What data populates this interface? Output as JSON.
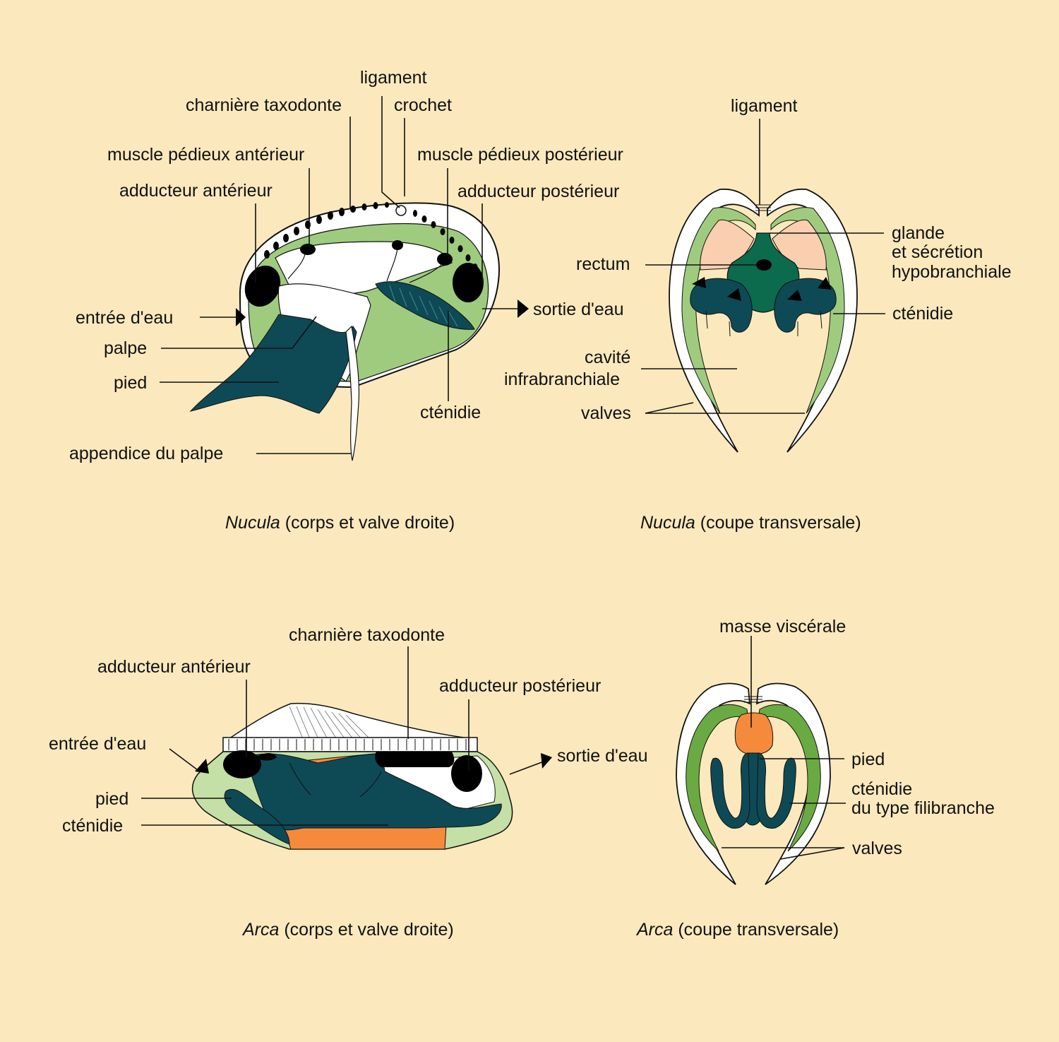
{
  "colors": {
    "background": "#fbe9bd",
    "mantle_green": "#9fcb7e",
    "bright_green": "#6aaa43",
    "dark_teal": "#0e4a56",
    "rectum_green": "#0c6b4c",
    "gland_salmon": "#f9cfb0",
    "orange": "#f58a3c",
    "muscle_black": "#000000",
    "shell_white": "#ffffff"
  },
  "panels": {
    "nucula_body": {
      "caption_italic": "Nucula",
      "caption_rest": " (corps et valve droite)",
      "labels": {
        "ligament": "ligament",
        "charniere": "charnière taxodonte",
        "crochet": "crochet",
        "muscle_ped_ant": "muscle pédieux antérieur",
        "muscle_ped_post": "muscle pédieux postérieur",
        "adducteur_ant": "adducteur antérieur",
        "adducteur_post": "adducteur postérieur",
        "entree_eau": "entrée d'eau",
        "sortie_eau": "sortie d'eau",
        "palpe": "palpe",
        "pied": "pied",
        "ctenidie": "cténidie",
        "appendice": "appendice du palpe"
      }
    },
    "nucula_section": {
      "caption_italic": "Nucula",
      "caption_rest": " (coupe transversale)",
      "labels": {
        "ligament": "ligament",
        "glande_1": "glande",
        "glande_2": "et sécrétion",
        "glande_3": "hypobranchiale",
        "rectum": "rectum",
        "ctenidie": "cténidie",
        "cavite_1": "cavité",
        "cavite_2": "infrabranchiale",
        "valves": "valves"
      }
    },
    "arca_body": {
      "caption_italic": "Arca",
      "caption_rest": " (corps et valve droite)",
      "labels": {
        "charniere": "charnière taxodonte",
        "adducteur_ant": "adducteur antérieur",
        "adducteur_post": "adducteur postérieur",
        "entree_eau": "entrée d'eau",
        "sortie_eau": "sortie d'eau",
        "pied": "pied",
        "ctenidie": "cténidie"
      }
    },
    "arca_section": {
      "caption_italic": "Arca",
      "caption_rest": " (coupe transversale)",
      "labels": {
        "masse": "masse viscérale",
        "pied": "pied",
        "ctenidie_1": "cténidie",
        "ctenidie_2": "du type filibranche",
        "valves": "valves"
      }
    }
  }
}
